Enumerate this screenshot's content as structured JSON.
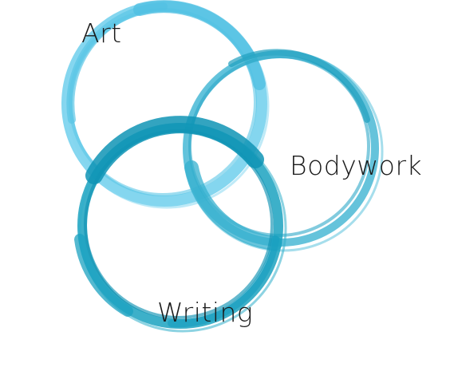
{
  "diagram": {
    "circles": [
      {
        "label": "Art",
        "color": "#5bc6e6"
      },
      {
        "label": "Bodywork",
        "color": "#3fb4d2"
      },
      {
        "label": "Writing",
        "color": "#1ba2c0"
      }
    ]
  }
}
